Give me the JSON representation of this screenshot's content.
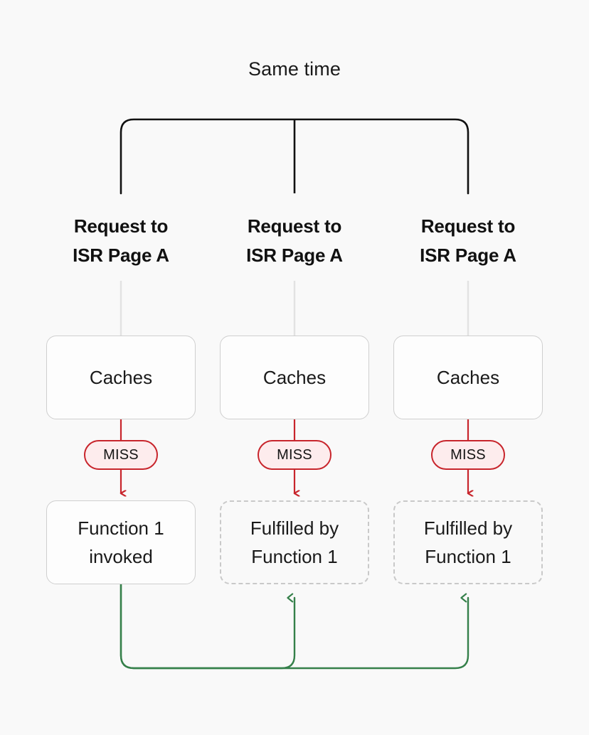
{
  "diagram": {
    "caption": "Same time",
    "background_color": "#f9f9f9",
    "colors": {
      "bracket": "#111111",
      "connector_gray": "#e2e2e2",
      "miss_red": "#c8252c",
      "miss_fill": "#fdeced",
      "green_arrow": "#35804a",
      "node_border": "#cfcfcf",
      "node_dashed_border": "#c9c9c9",
      "text": "#1a1a1a"
    },
    "columns": [
      {
        "id": "col-1",
        "heading_line_1": "Request to",
        "heading_line_2": "ISR Page A",
        "cache_label": "Caches",
        "badge_label": "MISS",
        "result_line_1": "Function 1",
        "result_line_2": "invoked",
        "result_style": "solid"
      },
      {
        "id": "col-2",
        "heading_line_1": "Request to",
        "heading_line_2": "ISR Page A",
        "cache_label": "Caches",
        "badge_label": "MISS",
        "result_line_1": "Fulfilled by",
        "result_line_2": "Function 1",
        "result_style": "dashed"
      },
      {
        "id": "col-3",
        "heading_line_1": "Request to",
        "heading_line_2": "ISR Page A",
        "cache_label": "Caches",
        "badge_label": "MISS",
        "result_line_1": "Fulfilled by",
        "result_line_2": "Function 1",
        "result_style": "dashed"
      }
    ]
  }
}
